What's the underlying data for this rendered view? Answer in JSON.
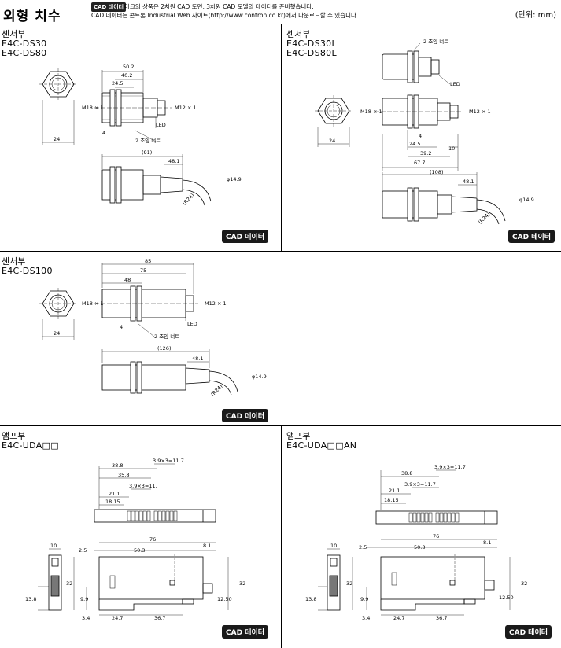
{
  "header": {
    "title": "외형 치수",
    "cad_tag": "CAD 데이터",
    "note_line1": "마크의 상품은 2차원 CAD 도면, 3차원 CAD 모델의 데이터를 준비했습니다.",
    "note_line2": "CAD 데이터는 콘트론 Industrial Web 사이트(http://www.contron.co.kr)에서 다운로드할 수 있습니다.",
    "unit": "(단위: mm)"
  },
  "cad_button_label": "CAD 데이터",
  "panels": {
    "p1": {
      "title": "센서부",
      "model1": "E4C-DS30",
      "model2": "E4C-DS80",
      "dims": {
        "d50_2": "50.2",
        "d40_2": "40.2",
        "d24_5": "24.5",
        "m18": "M18 × 1",
        "m12": "M12 × 1",
        "led": "LED",
        "d4": "4",
        "nut": "2 조임 너트",
        "d24": "24",
        "d91": "(91)",
        "d48_1": "48.1",
        "dia14_9": "φ14.9",
        "r24": "(R24)"
      }
    },
    "p2": {
      "title": "센서부",
      "model1": "E4C-DS30L",
      "model2": "E4C-DS80L",
      "dims": {
        "nut": "2 조임 너트",
        "led": "LED",
        "m18": "M18 × 1",
        "m12": "M12 × 1",
        "d4": "4",
        "d24_5": "24.5",
        "d24": "24",
        "d39_2": "39.2",
        "d10": "10",
        "d67_7": "67.7",
        "d108": "(108)",
        "d48_1": "48.1",
        "dia14_9": "φ14.9",
        "r24": "(R24)"
      }
    },
    "p3": {
      "title": "센서부",
      "model1": "E4C-DS100",
      "dims": {
        "d85": "85",
        "d75": "75",
        "d48": "48",
        "m18": "M18 × 1",
        "m12": "M12 × 1",
        "led": "LED",
        "d4": "4",
        "nut": "2 조임 너트",
        "d24": "24",
        "d126": "(126)",
        "d48_1": "48.1",
        "dia14_9": "φ14.9",
        "r24": "(R24)"
      }
    },
    "p4": {
      "title": "앰프부",
      "model1": "E4C-UDA□□",
      "dims": {
        "d38_8": "38.8",
        "d3_9x3": "3.9×3=11.7",
        "d35_8": "35.8",
        "d3_9x3b": "3.9×3=11.",
        "d21_1": "21.1",
        "d18_15": "18.15",
        "d10": "10",
        "d2_5": "2.5",
        "d76": "76",
        "d50_3": "50.3",
        "d8_1": "8.1",
        "d32a": "32",
        "d32b": "32",
        "d13_8": "13.8",
        "d9_9": "9.9",
        "d3_4": "3.4",
        "d24_7": "24.7",
        "d36_7": "36.7",
        "d12_50": "12.50"
      }
    },
    "p5": {
      "title": "앰프부",
      "model1": "E4C-UDA□□AN",
      "dims": {
        "d38_8": "38.8",
        "d3_9x3": "3.9×3=11.7",
        "d3_9x3b": "3.9×3=11.7",
        "d21_1": "21.1",
        "d18_15": "18.15",
        "d10": "10",
        "d2_5": "2.5",
        "d76": "76",
        "d50_3": "50.3",
        "d8_1": "8.1",
        "d32a": "32",
        "d32b": "32",
        "d13_8": "13.8",
        "d9_9": "9.9",
        "d3_4": "3.4",
        "d24_7": "24.7",
        "d36_7": "36.7",
        "d12_50": "12.50"
      }
    }
  }
}
